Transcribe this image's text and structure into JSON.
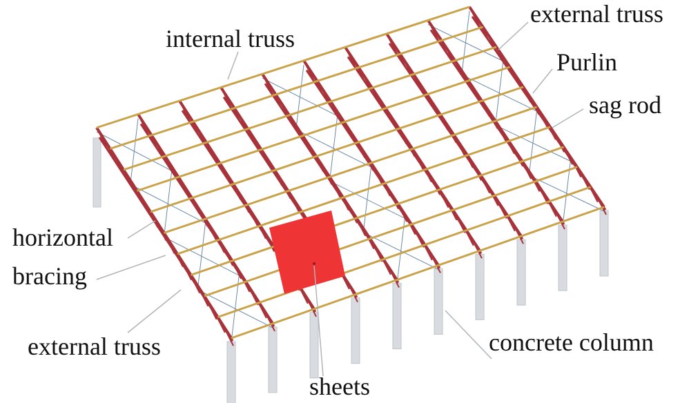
{
  "labels": {
    "internal_truss": "internal truss",
    "external_truss_top": "external truss",
    "purlin": "Purlin",
    "sag_rod": "sag rod",
    "horizontal_bracing_1": "horizontal",
    "horizontal_bracing_2": "bracing",
    "external_truss_bottom": "external truss",
    "concrete_column": "concrete column",
    "sheets": "sheets"
  },
  "colors": {
    "truss": "#a8323a",
    "purlin": "#c9a24a",
    "column": "#d8dce0",
    "sheet": "#ee3434",
    "bracing": "#6a8aa8",
    "leader": "#b0b4b8"
  }
}
